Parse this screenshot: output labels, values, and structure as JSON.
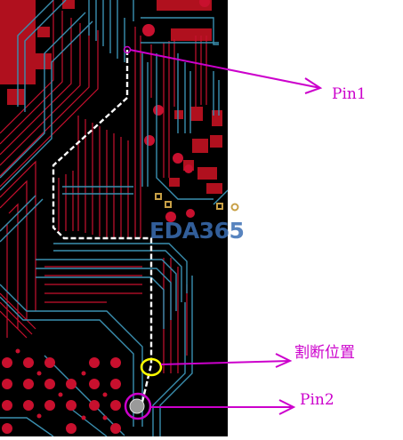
{
  "annotations": {
    "pin1_label": "Pin1",
    "cut_label": "割断位置",
    "pin2_label": "Pin2"
  },
  "watermark": "EDA365",
  "colors": {
    "board_background": "#000000",
    "top_layer_copper": "#c8102e",
    "bottom_layer_trace": "#3a8fb0",
    "highlighted_net": "#ffffff",
    "pad_gold": "#c8a046",
    "annotation_magenta": "#cc00cc",
    "cut_marker_yellow": "#ffff00",
    "watermark_blue": "#3b6fb4"
  }
}
